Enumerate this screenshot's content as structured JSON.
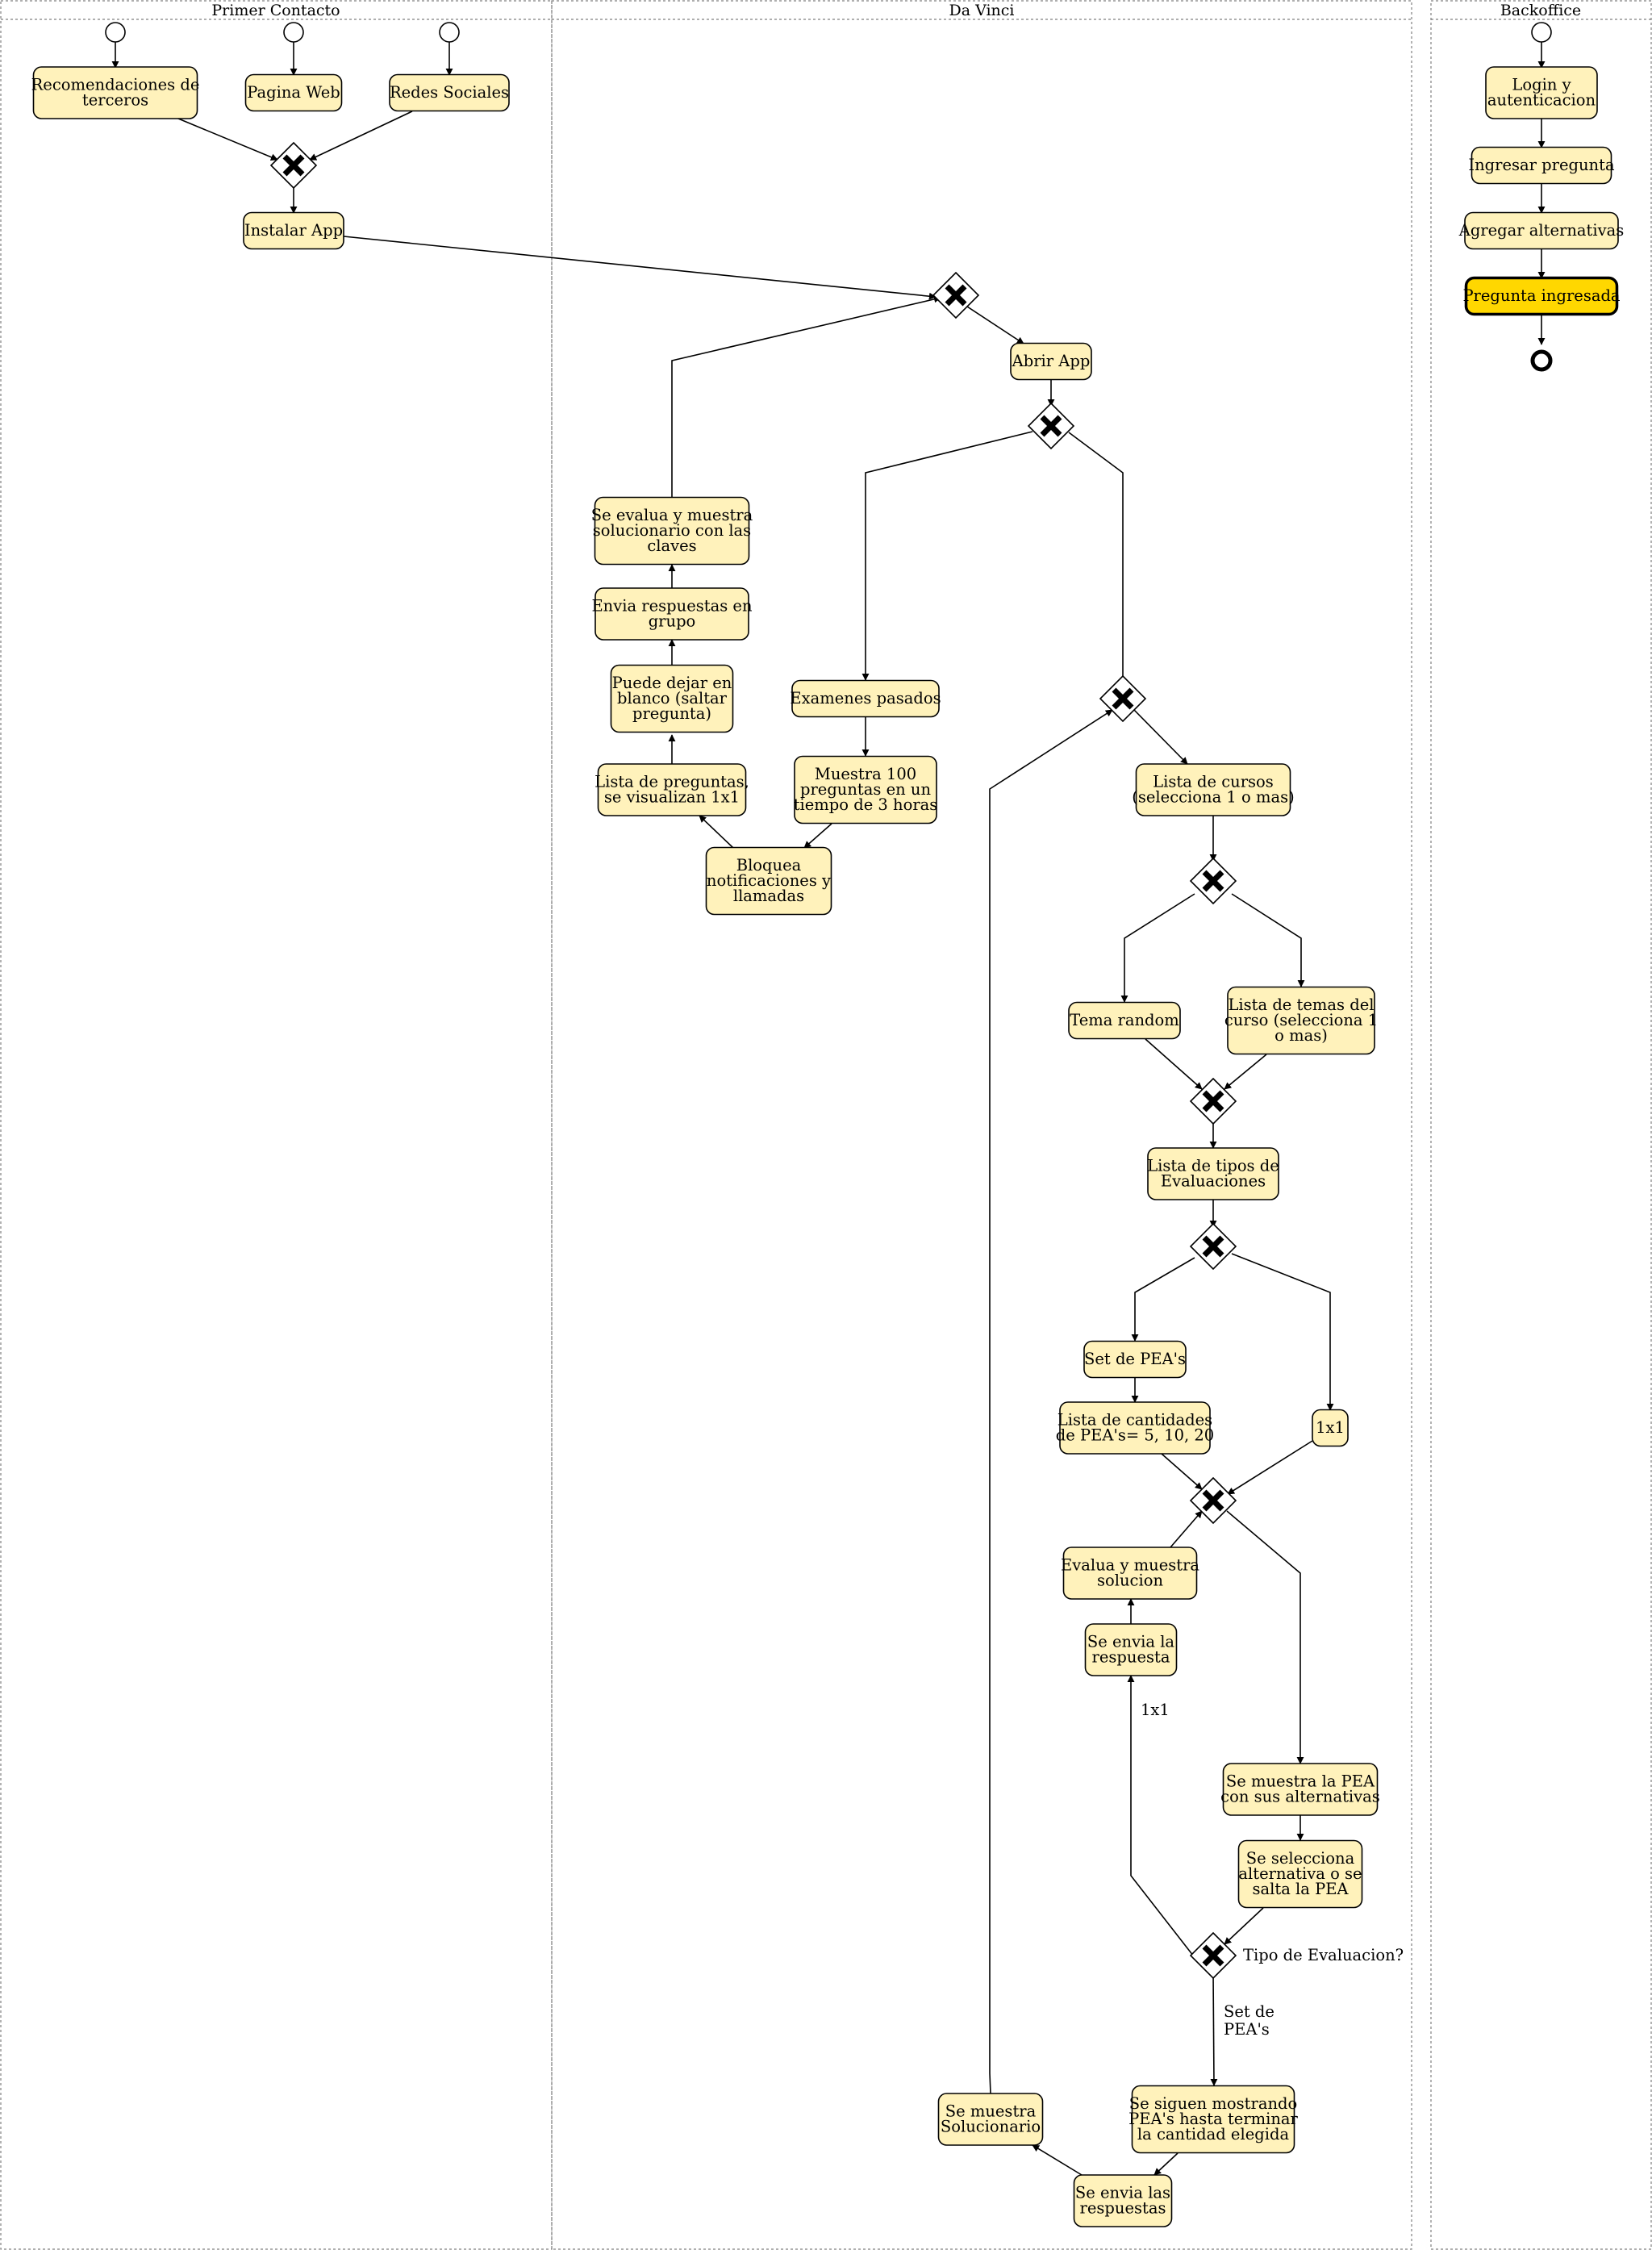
{
  "lanes": [
    "Primer Contacto",
    "Da Vinci",
    "Backoffice"
  ],
  "tasks": {
    "recomendaciones": [
      "Recomendaciones de",
      "terceros"
    ],
    "pagina_web": [
      "Pagina Web"
    ],
    "redes_sociales": [
      "Redes Sociales"
    ],
    "instalar_app": [
      "Instalar App"
    ],
    "abrir_app": [
      "Abrir App"
    ],
    "se_evalua": [
      "Se evalua y muestra",
      "solucionario con las",
      "claves"
    ],
    "envia_respuestas": [
      "Envia respuestas en",
      "grupo"
    ],
    "puede_dejar": [
      "Puede dejar en",
      "blanco (saltar",
      "pregunta)"
    ],
    "lista_preguntas": [
      "Lista de preguntas,",
      "se visualizan 1x1"
    ],
    "bloquea": [
      "Bloquea",
      "notificaciones y",
      "llamadas"
    ],
    "examenes_pasados": [
      "Examenes pasados"
    ],
    "muestra_100": [
      "Muestra 100",
      "preguntas en un",
      "tiempo de 3 horas"
    ],
    "lista_cursos": [
      "Lista de cursos",
      "(selecciona 1 o mas)"
    ],
    "tema_random": [
      "Tema random"
    ],
    "lista_temas": [
      "Lista de temas del",
      "curso (selecciona 1",
      "o mas)"
    ],
    "lista_tipos": [
      "Lista de tipos de",
      "Evaluaciones"
    ],
    "set_peas": [
      "Set de PEA's"
    ],
    "lista_cantidades": [
      "Lista de cantidades",
      "de PEA's= 5, 10, 20"
    ],
    "one_by_one": [
      "1x1"
    ],
    "evalua_muestra": [
      "Evalua y muestra",
      "solucion"
    ],
    "se_envia_respuesta": [
      "Se envia la",
      "respuesta"
    ],
    "muestra_pea": [
      "Se muestra la PEA",
      "con sus alternativas"
    ],
    "selecciona_alt": [
      "Se selecciona",
      "alternativa o se",
      "salta la PEA"
    ],
    "siguen_mostrando": [
      "Se siguen mostrando",
      "PEA's hasta terminar",
      "la cantidad elegida"
    ],
    "envia_las": [
      "Se envia las",
      "respuestas"
    ],
    "muestra_solucionario": [
      "Se muestra",
      "Solucionario"
    ],
    "login": [
      "Login y",
      "autenticacion"
    ],
    "ingresar_pregunta": [
      "Ingresar pregunta"
    ],
    "agregar_alternativas": [
      "Agregar alternativas"
    ],
    "pregunta_ingresada": [
      "Pregunta ingresada"
    ]
  },
  "labels": {
    "tipo_evaluacion": "Tipo de Evaluacion?",
    "one_by_one": "1x1",
    "set_de_peas": [
      "Set de",
      "PEA's"
    ]
  },
  "colors": {
    "task_fill": "#fff2bb",
    "highlight_fill": "#ffd700",
    "stroke": "#000000",
    "lane_border": "#7f7f7f"
  }
}
